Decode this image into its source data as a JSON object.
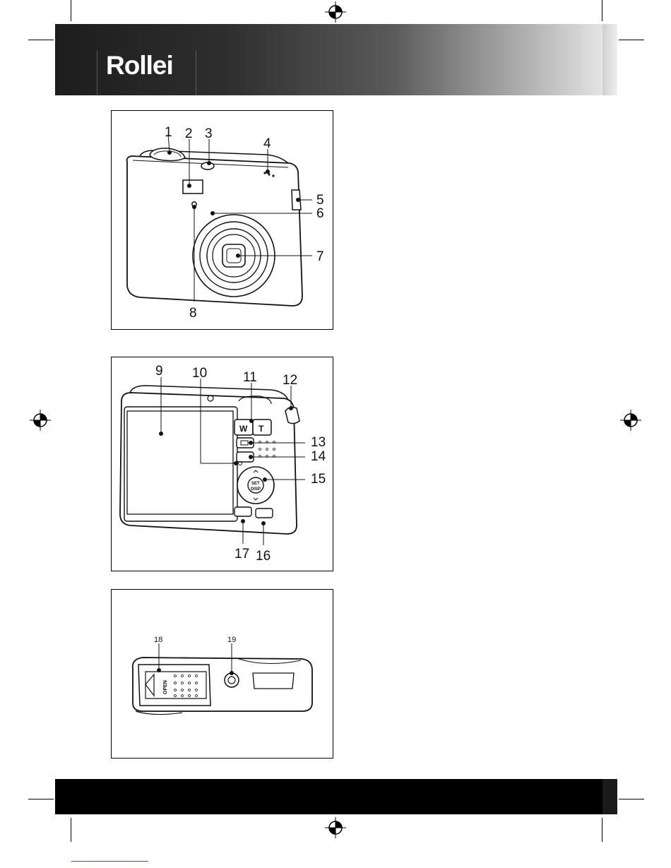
{
  "header": {
    "brand": "Rollei"
  },
  "panels": {
    "front": {
      "callouts": [
        "1",
        "2",
        "3",
        "4",
        "5",
        "6",
        "7",
        "8"
      ]
    },
    "back": {
      "callouts": [
        "9",
        "10",
        "11",
        "12",
        "13",
        "14",
        "15",
        "16",
        "17"
      ],
      "zoom_wide_label": "W",
      "zoom_tele_label": "T",
      "dpad_center_top": "SET",
      "dpad_center_bottom": "DISP"
    },
    "bottom": {
      "callouts": [
        "18",
        "19"
      ],
      "battery_door_label": "OPEN"
    }
  },
  "colors": {
    "ink": "#111111",
    "header_dark": "#1d1d1d",
    "header_light": "#eeeeee",
    "footer": "#000000"
  }
}
